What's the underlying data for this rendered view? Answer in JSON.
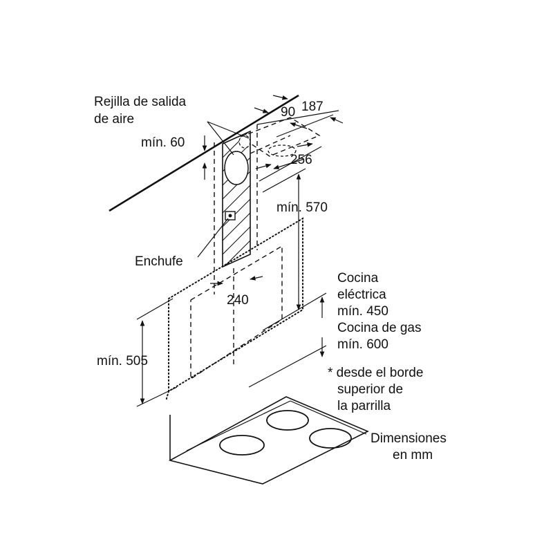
{
  "labels": {
    "air_outlet_line1": "Rejilla de salida",
    "air_outlet_line2": "de aire",
    "min_60": "mín. 60",
    "socket": "Enchufe",
    "min_505": "mín. 505",
    "note_cooktop_line1": "Cocina",
    "note_cooktop_line2": "eléctrica",
    "note_cooktop_line3": "mín. 450",
    "note_cooktop_line4": "Cocina de gas",
    "note_cooktop_line5": "mín. 600",
    "footnote_line1": "* desde el borde",
    "footnote_line2": "superior de",
    "footnote_line3": "la parrilla",
    "units_line1": "Dimensiones",
    "units_line2": "en mm"
  },
  "dimensions": {
    "d_187": "187",
    "d_90": "90",
    "d_256": "256",
    "d_570": "mín. 570",
    "d_240": "240"
  }
}
